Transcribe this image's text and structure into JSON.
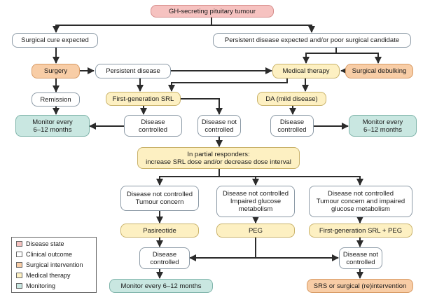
{
  "nodes": {
    "root": "GH-secreting pituitary tumour",
    "cure_expected": "Surgical cure expected",
    "persistent_expected": "Persistent disease expected and/or poor surgical candidate",
    "surgery": "Surgery",
    "persistent": "Persistent disease",
    "medical_therapy": "Medical therapy",
    "debulking": "Surgical debulking",
    "remission": "Remission",
    "first_gen_srl": "First-generation SRL",
    "da": "DA (mild disease)",
    "monitor_left": "Monitor every\n6–12 months",
    "controlled_left": "Disease\ncontrolled",
    "not_controlled": "Disease not\ncontrolled",
    "controlled_right": "Disease\ncontrolled",
    "monitor_right": "Monitor every\n6–12 months",
    "partial": "In partial responders:\nincrease SRL dose and/or decrease dose interval",
    "tumour_concern": "Disease not controlled\nTumour concern",
    "glucose": "Disease not controlled\nImpaired glucose\nmetabolism",
    "both": "Disease not controlled\nTumour concern and impaired\nglucose metabolism",
    "pasireotide": "Pasireotide",
    "peg": "PEG",
    "srl_peg": "First-generation SRL + PEG",
    "controlled_bottom": "Disease\ncontrolled",
    "not_controlled_bottom": "Disease not\ncontrolled",
    "monitor_bottom": "Monitor every 6–12 months",
    "srs": "SRS or surgical (re)intervention"
  },
  "legend": [
    {
      "label": "Disease state",
      "color": "#f6c2c0"
    },
    {
      "label": "Clinical outcome",
      "color": "#ffffff"
    },
    {
      "label": "Surgical intervention",
      "color": "#f8cda6"
    },
    {
      "label": "Medical therapy",
      "color": "#fdf0c2"
    },
    {
      "label": "Monitoring",
      "color": "#c9e7e1"
    }
  ]
}
